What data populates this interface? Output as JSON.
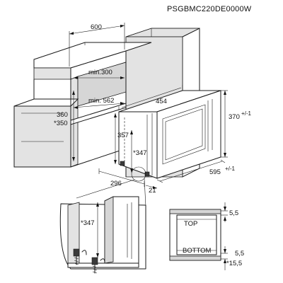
{
  "model_code": "PSGBMC220DE0000W",
  "dimensions": {
    "cabinet_width": "600",
    "min_300": "min.300",
    "min_562": "min. 562",
    "height_360": "360",
    "height_350": "*350",
    "appliance_width": "454",
    "appliance_height": "357",
    "inner_height": "*347",
    "height_370": "370",
    "tol_370": "+/-1",
    "depth_296": "296",
    "depth_21": "21",
    "width_595": "595",
    "tol_595": "+/-1",
    "detail_347": "*347",
    "gap_top": "5,5",
    "gap_bottom": "5,5",
    "gap_bottom_star": "*15,5"
  },
  "labels": {
    "top": "TOP",
    "bottom": "BOTTOM"
  }
}
